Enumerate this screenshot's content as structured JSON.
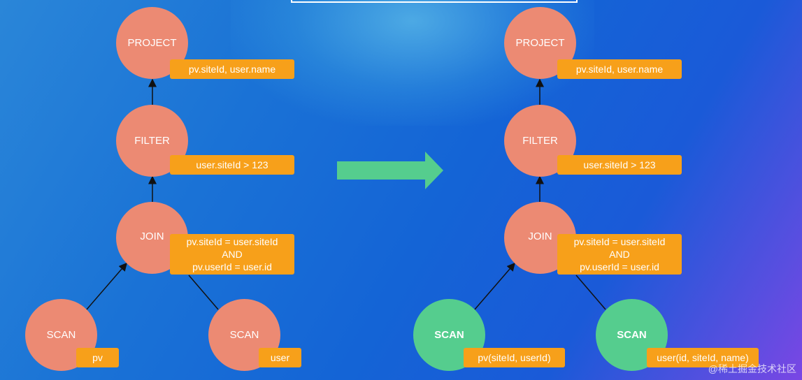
{
  "left_tree": {
    "project": {
      "label": "PROJECT",
      "tag": "pv.siteId, user.name"
    },
    "filter": {
      "label": "FILTER",
      "tag": "user.siteId > 123"
    },
    "join": {
      "label": "JOIN",
      "tag_lines": [
        "pv.siteId = user.siteId",
        "AND",
        "pv.userId = user.id"
      ]
    },
    "scan_pv": {
      "label": "SCAN",
      "tag": "pv"
    },
    "scan_user": {
      "label": "SCAN",
      "tag": "user"
    }
  },
  "right_tree": {
    "project": {
      "label": "PROJECT",
      "tag": "pv.siteId, user.name"
    },
    "filter": {
      "label": "FILTER",
      "tag": "user.siteId > 123"
    },
    "join": {
      "label": "JOIN",
      "tag_lines": [
        "pv.siteId = user.siteId",
        "AND",
        "pv.userId = user.id"
      ]
    },
    "scan_pv": {
      "label": "SCAN",
      "tag": "pv(siteId, userId)"
    },
    "scan_user": {
      "label": "SCAN",
      "tag": "user(id, siteId, name)"
    }
  },
  "colors": {
    "operator_node": "#ec8a73",
    "pruned_scan_node": "#55cd8e",
    "tag": "#f7a01a",
    "arrow": "#55cd8e"
  },
  "watermark": "@稀土掘金技术社区"
}
